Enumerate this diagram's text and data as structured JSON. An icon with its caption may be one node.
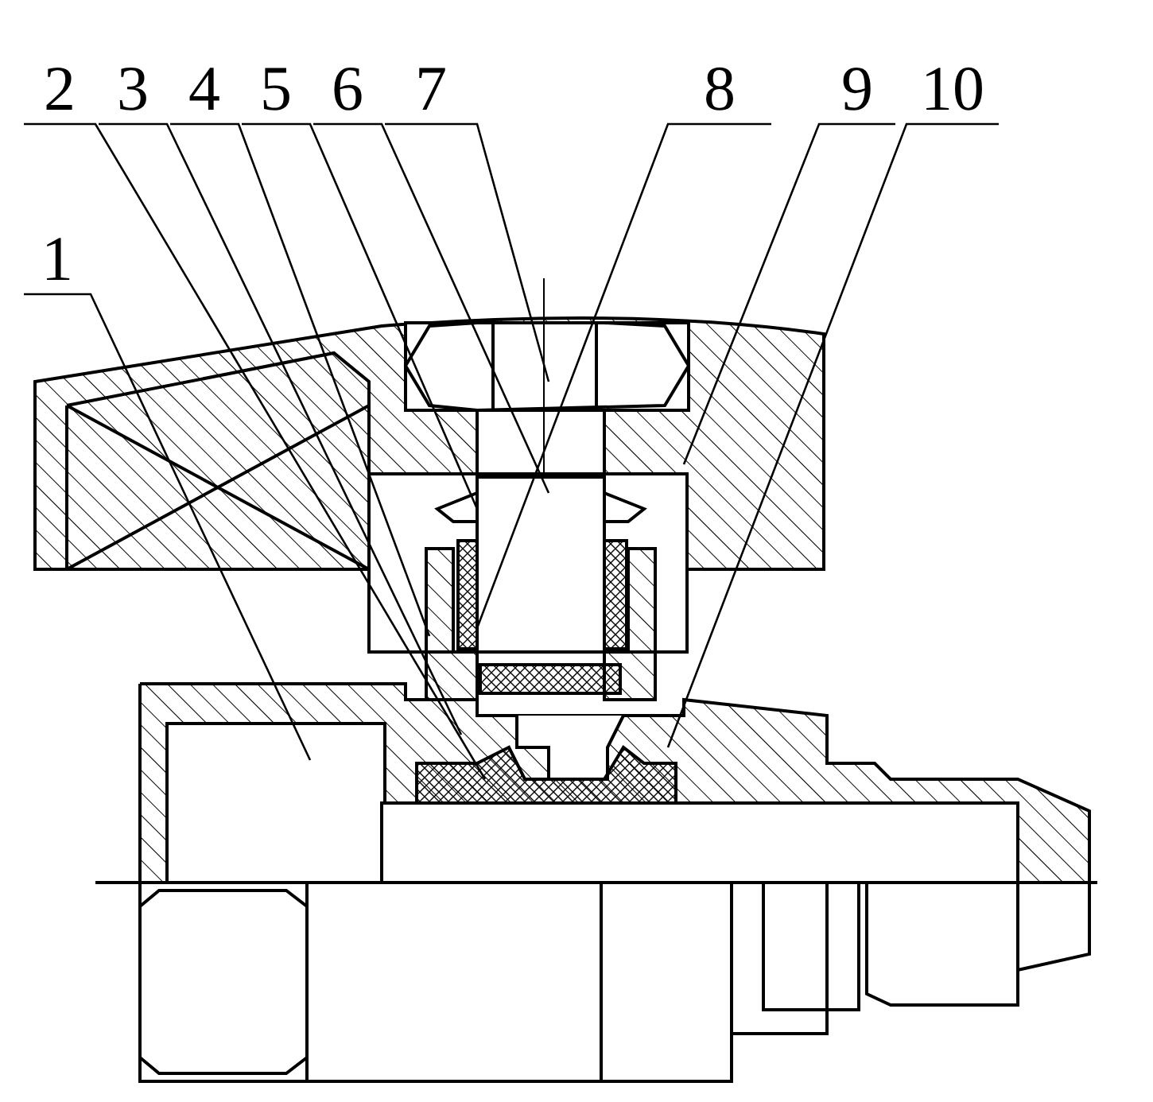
{
  "diagram": {
    "nodes": [
      {
        "text": [
          "1"
        ]
      },
      {
        "text": [
          "2"
        ]
      },
      {
        "text": [
          "3"
        ]
      },
      {
        "text": [
          "4"
        ]
      },
      {
        "text": [
          "5"
        ]
      },
      {
        "text": [
          "6"
        ]
      },
      {
        "text": [
          "7"
        ]
      },
      {
        "text": [
          "8"
        ]
      },
      {
        "text": [
          "9"
        ]
      },
      {
        "text": [
          "10"
        ]
      }
    ],
    "edges": [
      {
        "from": 0,
        "to": null,
        "arrow": "none"
      },
      {
        "from": 1,
        "to": null,
        "arrow": "none"
      },
      {
        "from": 2,
        "to": null,
        "arrow": "none"
      },
      {
        "from": 3,
        "to": null,
        "arrow": "none"
      },
      {
        "from": 4,
        "to": null,
        "arrow": "none"
      },
      {
        "from": 5,
        "to": null,
        "arrow": "none"
      },
      {
        "from": 6,
        "to": null,
        "arrow": "none"
      },
      {
        "from": 7,
        "to": null,
        "arrow": "none"
      },
      {
        "from": 8,
        "to": null,
        "arrow": "none"
      },
      {
        "from": 9,
        "to": null,
        "arrow": "none"
      }
    ]
  }
}
